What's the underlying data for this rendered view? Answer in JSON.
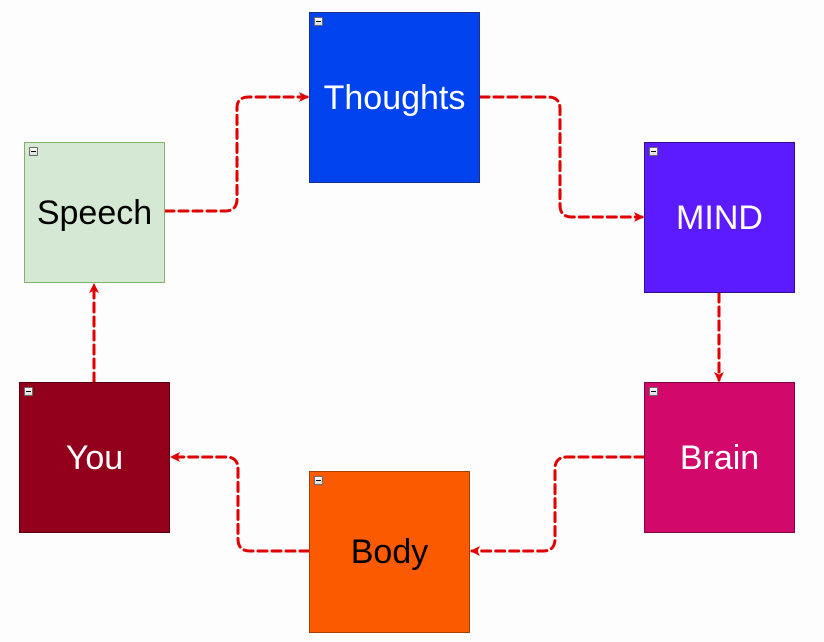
{
  "diagram": {
    "edge_color": "#e00000",
    "nodes": [
      {
        "id": "thoughts",
        "label": "Thoughts",
        "fill": "#0043ef",
        "border": "#1b2f8a",
        "text_color": "#ffffff"
      },
      {
        "id": "mind",
        "label": "MIND",
        "fill": "#5c1aff",
        "border": "#2f0f8a",
        "text_color": "#ffffff"
      },
      {
        "id": "brain",
        "label": "Brain",
        "fill": "#d2086a",
        "border": "#7a0a3c",
        "text_color": "#ffffff"
      },
      {
        "id": "body",
        "label": "Body",
        "fill": "#fb5a00",
        "border": "#a34000",
        "text_color": "#000000"
      },
      {
        "id": "you",
        "label": "You",
        "fill": "#93001c",
        "border": "#5a0010",
        "text_color": "#ffffff"
      },
      {
        "id": "speech",
        "label": "Speech",
        "fill": "#d5e8d4",
        "border": "#82b366",
        "text_color": "#000000"
      }
    ],
    "edges": [
      {
        "from": "speech",
        "to": "thoughts"
      },
      {
        "from": "thoughts",
        "to": "mind"
      },
      {
        "from": "mind",
        "to": "brain"
      },
      {
        "from": "brain",
        "to": "body"
      },
      {
        "from": "body",
        "to": "you"
      },
      {
        "from": "you",
        "to": "speech"
      }
    ],
    "collapse_icon": "collapse-minus-icon"
  }
}
